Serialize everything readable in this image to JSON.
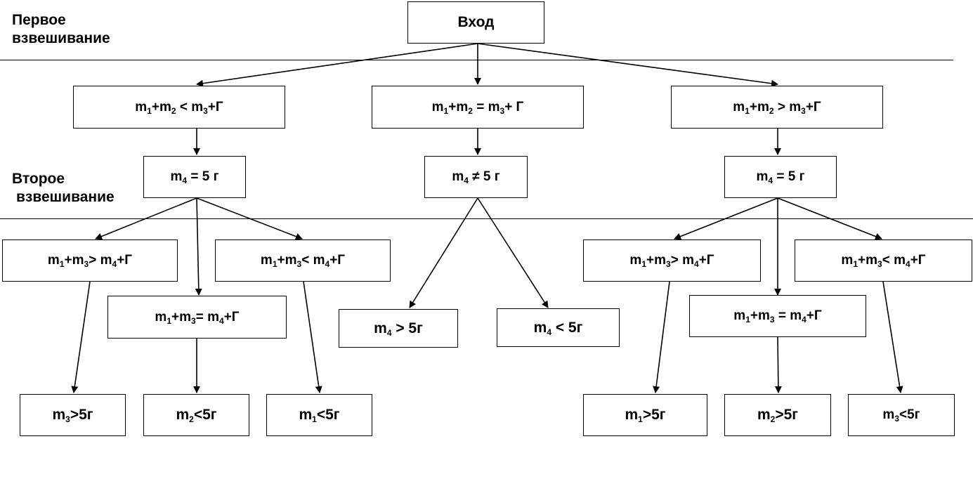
{
  "labels": {
    "first_weighing_l1": "Первое",
    "first_weighing_l2": "взвешивание",
    "second_weighing_l1": "Второе",
    "second_weighing_l2": "взвешивание"
  },
  "nodes": {
    "entry": "Вход",
    "left_cmp": "m1+m2 < m3+Г",
    "mid_cmp": "m1+m2 = m3+ Г",
    "right_cmp": "m1+m2 > m3+Г",
    "left_m4": "m4 = 5 г",
    "mid_m4": "m4 ≠ 5 г",
    "right_m4": "m4 = 5 г",
    "l_gt": "m1+m3> m4+Г",
    "l_eq": "m1+m3= m4+Г",
    "l_lt": "m1+m3< m4+Г",
    "m_gt": "m4 > 5г",
    "m_lt": "m4 < 5г",
    "r_gt": "m1+m3> m4+Г",
    "r_eq": "m1+m3 = m4+Г",
    "r_lt": "m1+m3< m4+Г",
    "res1": "m3>5г",
    "res2": "m2<5г",
    "res3": "m1<5г",
    "res4": "m1>5г",
    "res5": "m2>5г",
    "res6": "m3<5г"
  }
}
